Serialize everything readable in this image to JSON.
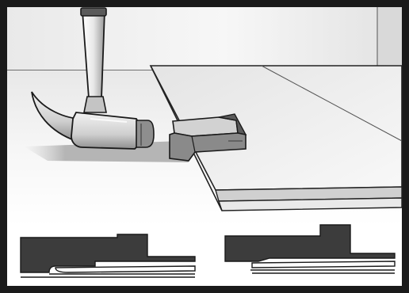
{
  "illustration": {
    "subject": "tapping-block-laminate-flooring",
    "scene": [
      "hammer-icon",
      "tapping-block-icon",
      "laminate-plank-icon"
    ],
    "insets": [
      "tapping-block-profile-detached",
      "tapping-block-profile-engaged"
    ]
  },
  "colors": {
    "frame": "#1a1a1a",
    "line": "#222222",
    "floor_light": "#f4f4f4",
    "floor_shadow": "#b9b9b9",
    "plank_top": "#eeeeee",
    "plank_edge": "#cfcfcf",
    "block_face": "#8a8a8a",
    "block_top": "#c8c8c8",
    "block_dark": "#3c3c3c",
    "hammer_metal": "#d4d4d4",
    "hammer_handle": "#e6e6e6"
  }
}
